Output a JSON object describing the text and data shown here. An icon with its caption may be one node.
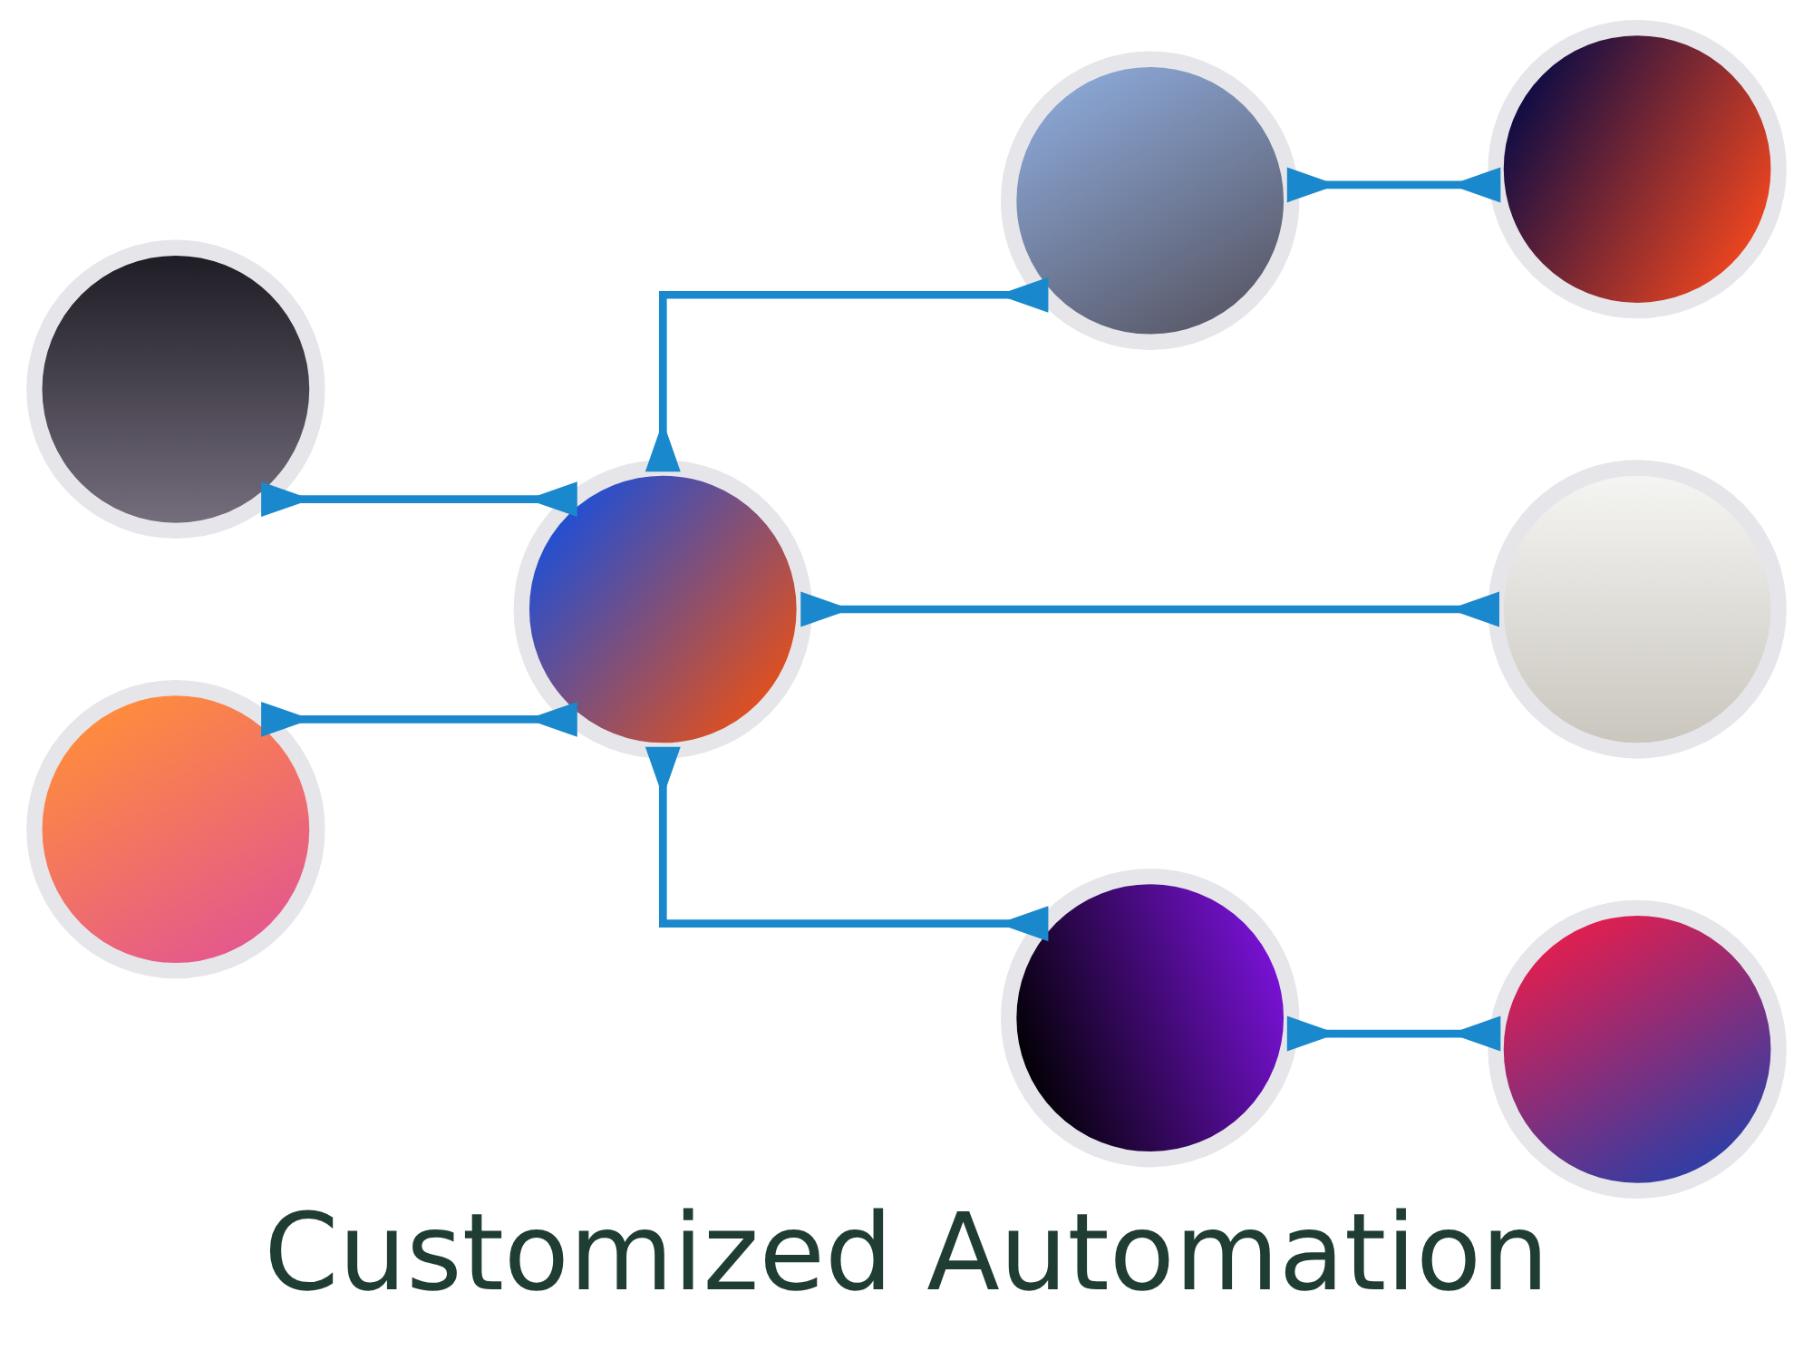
{
  "diagram": {
    "title": "Customized Automation",
    "nodes": [
      {
        "text": [],
        "shape": "circle"
      },
      {
        "text": [],
        "shape": "circle"
      },
      {
        "text": [],
        "shape": "circle"
      },
      {
        "text": [],
        "shape": "circle"
      },
      {
        "text": [],
        "shape": "circle"
      },
      {
        "text": [],
        "shape": "circle"
      },
      {
        "text": [],
        "shape": "circle"
      },
      {
        "text": [],
        "shape": "circle"
      }
    ],
    "edges": [
      {
        "from": 0,
        "to": 3,
        "arrow": "other"
      },
      {
        "from": 5,
        "to": 3,
        "arrow": "other"
      },
      {
        "from": 3,
        "to": 1,
        "arrow": "other"
      },
      {
        "from": 1,
        "to": 2,
        "arrow": "other"
      },
      {
        "from": 3,
        "to": 4,
        "arrow": "other"
      },
      {
        "from": 3,
        "to": 6,
        "arrow": "other"
      },
      {
        "from": 6,
        "to": 7,
        "arrow": "other"
      }
    ]
  }
}
